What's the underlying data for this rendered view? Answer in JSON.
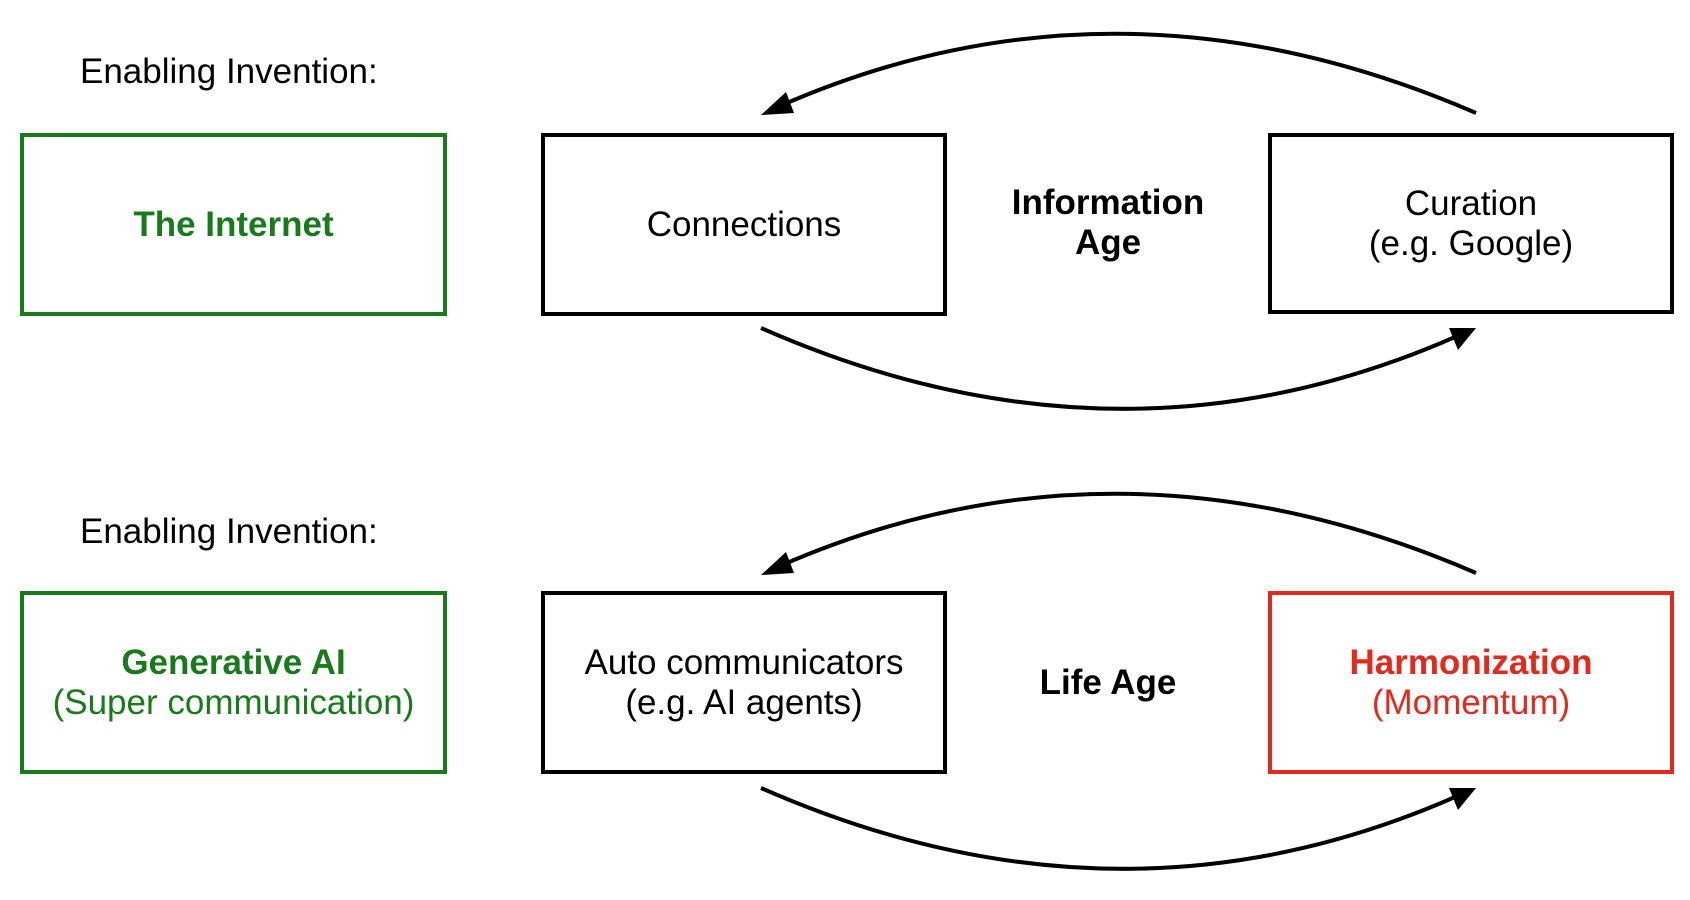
{
  "colors": {
    "invention": "#187a1b",
    "highlight": "#e3291b",
    "default": "#000000"
  },
  "rows": [
    {
      "enabling_label": "Enabling Invention:",
      "invention": {
        "title": "The Internet",
        "subtitle": ""
      },
      "left_box": {
        "line1": "Connections",
        "line2": ""
      },
      "age": {
        "line1": "Information",
        "line2": "Age"
      },
      "right_box": {
        "line1": "Curation",
        "line2": "(e.g. Google)"
      }
    },
    {
      "enabling_label": "Enabling Invention:",
      "invention": {
        "title": "Generative AI",
        "subtitle": "(Super communication)"
      },
      "left_box": {
        "line1": "Auto communicators",
        "line2": "(e.g. AI agents)"
      },
      "age": {
        "line1": "Life Age",
        "line2": ""
      },
      "right_box": {
        "line1": "Harmonization",
        "line2": "(Momentum)"
      }
    }
  ]
}
